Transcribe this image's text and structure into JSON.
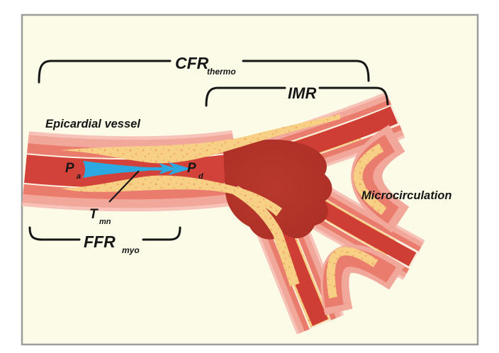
{
  "figure": {
    "panel_bg": "#fbfbe8",
    "panel_border": "#9c9c9c",
    "background": "#ffffff"
  },
  "labels": {
    "cfr": {
      "main": "CFR",
      "sub": "thermo"
    },
    "imr": "IMR",
    "ffr": {
      "main": "FFR",
      "sub": "myo"
    },
    "pa": {
      "main": "P",
      "sub": "a"
    },
    "pd": {
      "main": "P",
      "sub": "d"
    },
    "tmn": {
      "main": "T",
      "sub": "mn"
    },
    "epicardial": "Epicardial vessel",
    "microcirculation": "Microcirculation"
  },
  "colors": {
    "wall_outer": "#f7c2b7",
    "wall_media": "#f2a79b",
    "wall_salmon": "#ea7c6e",
    "wall_halo": "#fdf0e0",
    "lumen": "#d2423a",
    "lumen_branch": "#ce3e35",
    "pool_dark": "#b23329",
    "plaque": "#f7cf85",
    "plaque_speckle": "#eca65e",
    "sensor_blue": "#2ba9e0",
    "annotation": "#161616"
  }
}
